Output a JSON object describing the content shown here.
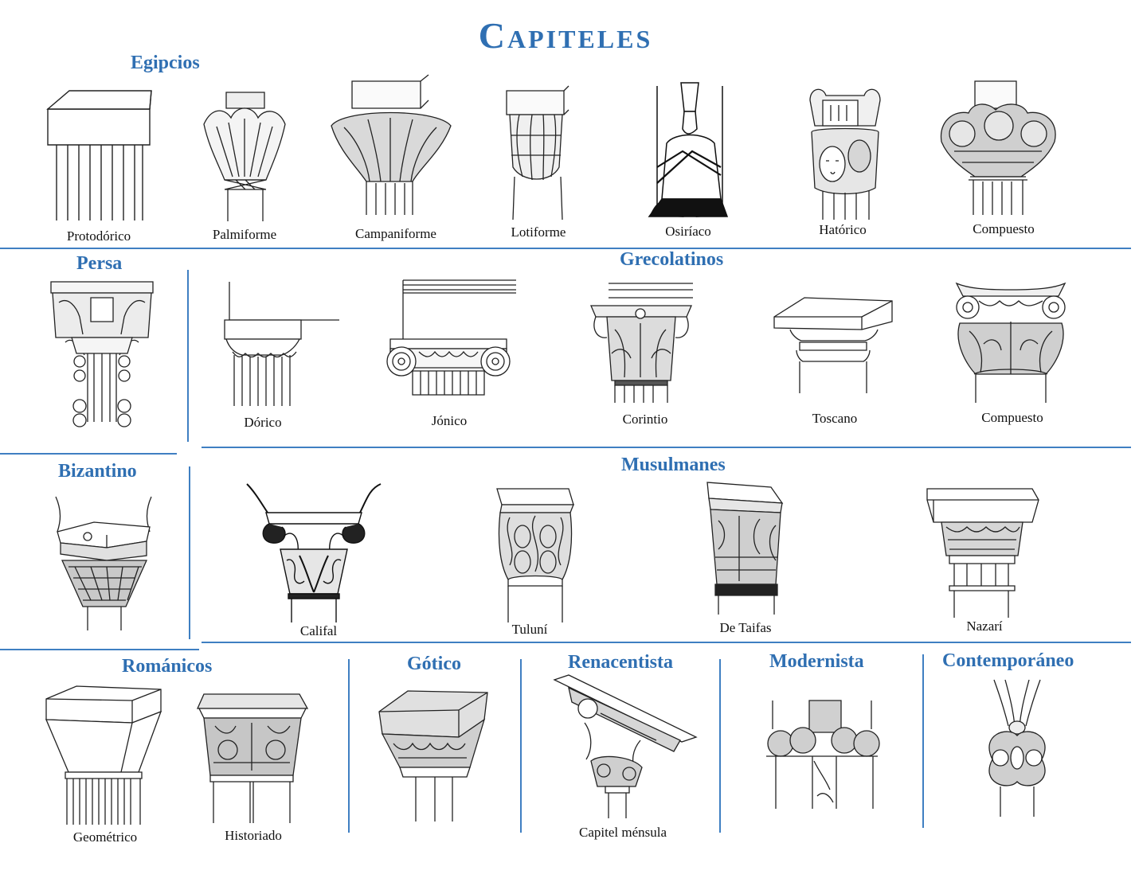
{
  "title": "Capiteles",
  "sections": {
    "egipcios": {
      "heading": "Egipcios",
      "items": [
        "Protodórico",
        "Palmiforme",
        "Campaniforme",
        "Lotiforme",
        "Osiríaco",
        "Hatórico",
        "Compuesto"
      ]
    },
    "persa": {
      "heading": "Persa"
    },
    "grecolatinos": {
      "heading": "Grecolatinos",
      "items": [
        "Dórico",
        "Jónico",
        "Corintio",
        "Toscano",
        "Compuesto"
      ]
    },
    "bizantino": {
      "heading": "Bizantino"
    },
    "musulmanes": {
      "heading": "Musulmanes",
      "items": [
        "Califal",
        "Tuluní",
        "De Taifas",
        "Nazarí"
      ]
    },
    "romanicos": {
      "heading": "Románicos",
      "items": [
        "Geométrico",
        "Historiado"
      ]
    },
    "gotico": {
      "heading": "Gótico"
    },
    "renacentista": {
      "heading": "Renacentista",
      "items": [
        "Capitel ménsula"
      ]
    },
    "modernista": {
      "heading": "Modernista"
    },
    "contemporaneo": {
      "heading": "Contemporáneo"
    }
  },
  "colors": {
    "accent": "#2f6fb2",
    "divider": "#3f7fc2",
    "ink": "#222222"
  }
}
